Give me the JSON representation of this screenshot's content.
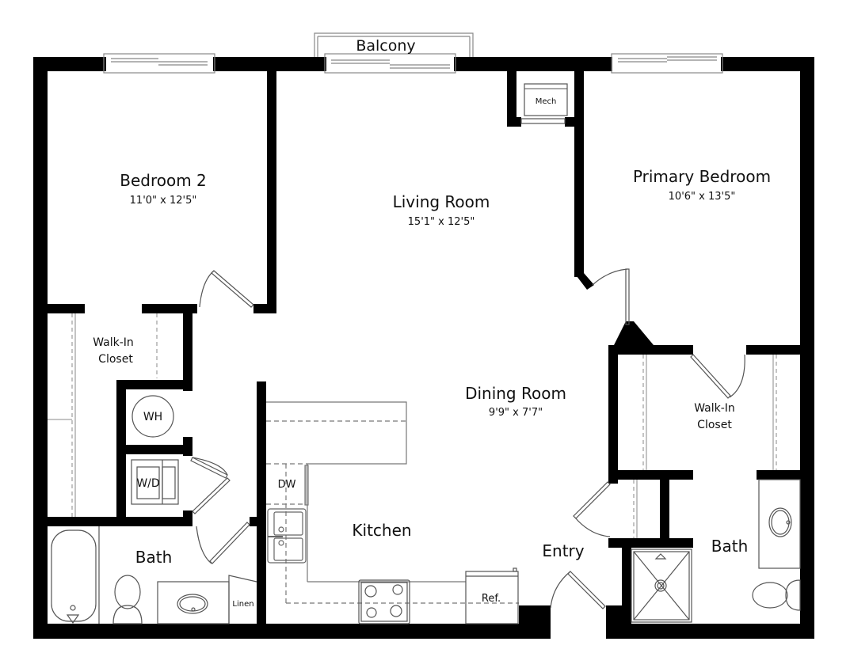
{
  "plan": {
    "wall_color": "#000000",
    "fixture_color": "#555555",
    "background": "#ffffff"
  },
  "rooms": {
    "balcony": {
      "name": "Balcony"
    },
    "bedroom2": {
      "name": "Bedroom 2",
      "dimensions": "11'0\" x 12'5\""
    },
    "living": {
      "name": "Living Room",
      "dimensions": "15'1\" x 12'5\""
    },
    "primary": {
      "name": "Primary Bedroom",
      "dimensions": "10'6\" x 13'5\""
    },
    "dining": {
      "name": "Dining Room",
      "dimensions": "9'9\" x 7'7\""
    },
    "closet_left": {
      "line1": "Walk-In",
      "line2": "Closet"
    },
    "closet_right": {
      "line1": "Walk-In",
      "line2": "Closet"
    },
    "kitchen": {
      "name": "Kitchen"
    },
    "entry": {
      "name": "Entry"
    },
    "bath_left": {
      "name": "Bath"
    },
    "bath_right": {
      "name": "Bath"
    }
  },
  "fixtures": {
    "mech": "Mech",
    "water_heater": "WH",
    "washer_dryer": "W/D",
    "dishwasher": "DW",
    "refrigerator": "Ref.",
    "linen": "Linen"
  }
}
